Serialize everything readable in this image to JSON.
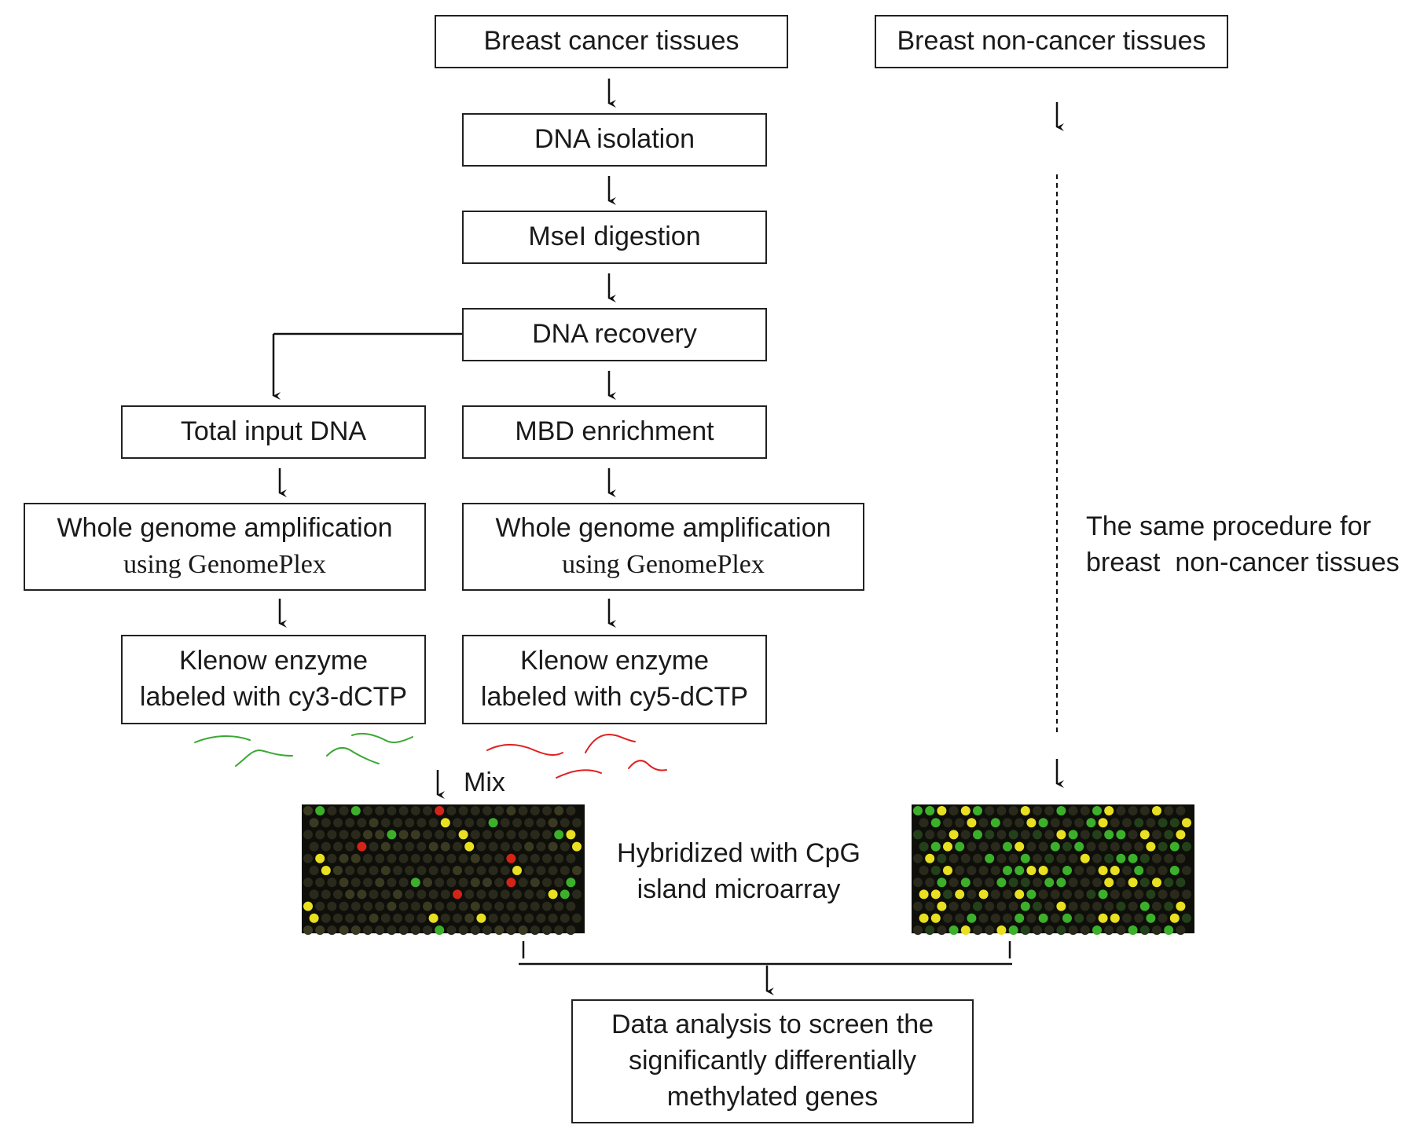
{
  "boxes": {
    "cancer_tissues": "Breast cancer tissues",
    "noncancer_tissues": "Breast non-cancer tissues",
    "dna_isolation": "DNA isolation",
    "msei_digestion": "MseI digestion",
    "dna_recovery": "DNA recovery",
    "total_input": "Total input DNA",
    "mbd_enrichment": "MBD enrichment",
    "wga_left": {
      "line1": "Whole genome amplification",
      "line2": "using GenomePlex"
    },
    "wga_right": {
      "line1": "Whole genome amplification",
      "line2": "using GenomePlex"
    },
    "klenow_left": {
      "line1": "Klenow enzyme",
      "line2": "labeled with cy3-dCTP"
    },
    "klenow_right": {
      "line1": "Klenow enzyme",
      "line2": "labeled with cy5-dCTP"
    },
    "data_analysis": {
      "line1": "Data analysis to screen the",
      "line2": "significantly differentially",
      "line3": "methylated genes"
    }
  },
  "labels": {
    "mix": "Mix",
    "hybridized": {
      "line1": "Hybridized with CpG",
      "line2": "island microarray"
    },
    "same_procedure": {
      "line1": "The same procedure for",
      "line2": "breast  non-cancer tissues"
    }
  },
  "colors": {
    "cy3_strand": "#3aa832",
    "cy5_strand": "#e02020",
    "array_bg": "#0e0e0a",
    "spot_dark": "#2a2a1c",
    "spot_yellow": "#e8e020",
    "spot_green": "#3cb02a",
    "spot_red": "#d42418"
  }
}
